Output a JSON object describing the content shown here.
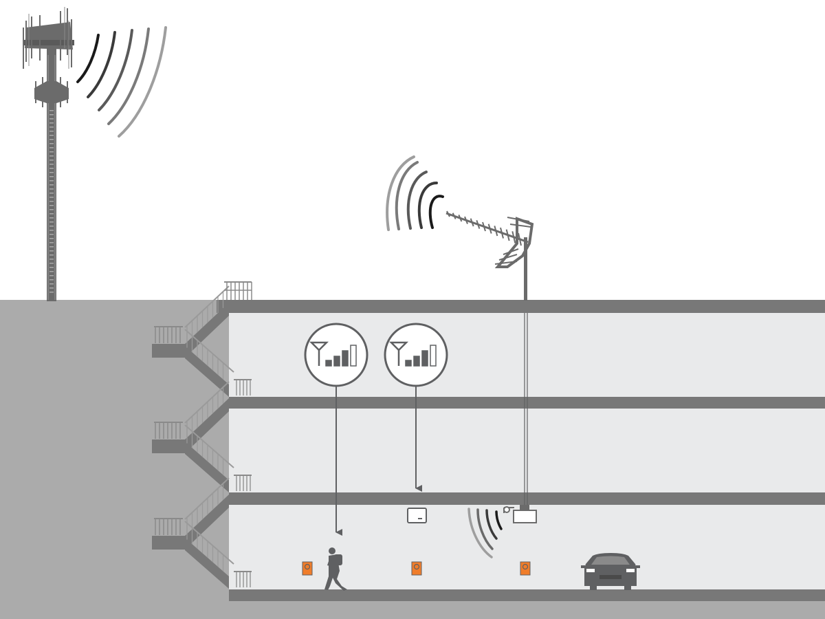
{
  "diagram": {
    "type": "in-building cellular signal booster illustration",
    "floors": 3,
    "signal_bar_levels": [
      {
        "bars_filled": 3,
        "bars_total": 4
      },
      {
        "bars_filled": 3,
        "bars_total": 4
      }
    ],
    "colors": {
      "sky": "#ffffff",
      "ground": "#ababab",
      "structure": "#787878",
      "interior": "#e9eaeb",
      "dark": "#5f6062",
      "wave_dark": "#1a1a1a",
      "wave_mid": "#4d4d4d",
      "wave_light": "#8c8c8c",
      "wave_lighter": "#a6a6a6",
      "accent": "#f07d2a"
    },
    "icons": [
      "cell-tower-icon",
      "yagi-antenna-icon",
      "signal-meter-icon",
      "booster-unit-icon",
      "indoor-antenna-icon",
      "wall-light-icon",
      "person-with-phone-icon",
      "car-icon"
    ]
  }
}
